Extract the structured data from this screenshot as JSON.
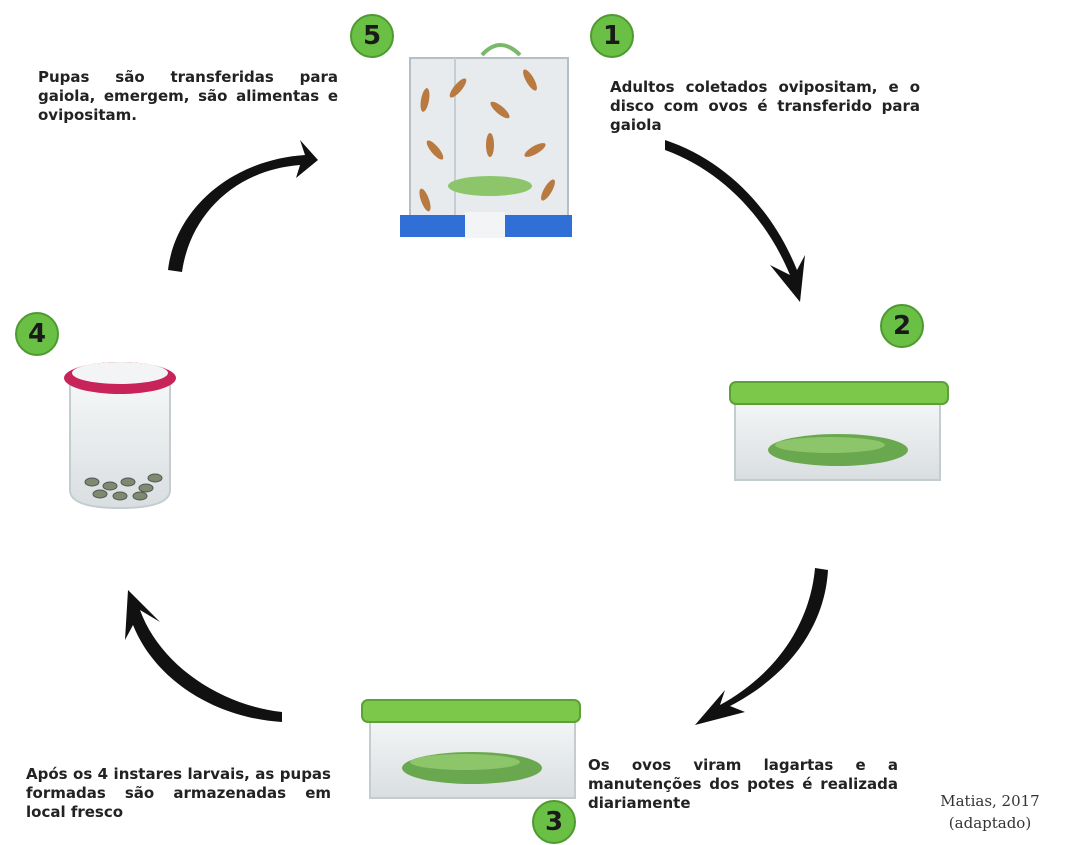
{
  "steps": [
    {
      "number": "1",
      "text": "Adultos coletados ovipositam, e o disco com ovos é transferido para gaiola"
    },
    {
      "number": "2",
      "text": ""
    },
    {
      "number": "3",
      "text": "Os ovos viram lagartas e a manutenções dos potes é realizada diariamente"
    },
    {
      "number": "4",
      "text": "Após os 4 instares larvais, as pupas formadas são armazenadas em local fresco"
    },
    {
      "number": "5",
      "text": "Pupas são transferidas para gaiola, emergem, são alimentas e ovipositam."
    }
  ],
  "credit": {
    "line1": "Matias, 2017",
    "line2": "(adaptado)"
  },
  "colors": {
    "badge": "#6abf45",
    "lid_green": "#7cc84a",
    "jar_lid": "#c8245a",
    "cage_base": "#2f6fd6",
    "arrow": "#111111"
  }
}
